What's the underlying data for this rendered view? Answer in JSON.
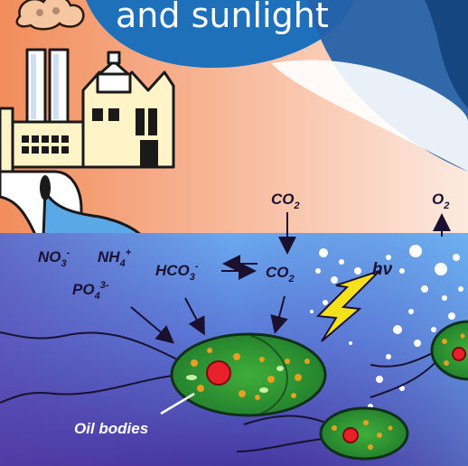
{
  "header": {
    "title_fragment": "and sunlight"
  },
  "chemistry": {
    "nitrate": {
      "base": "NO",
      "sub": "3",
      "sup": "-"
    },
    "ammonium": {
      "base": "NH",
      "sub": "4",
      "sup": "+"
    },
    "phosphate": {
      "base": "PO",
      "sub": "4",
      "sup": "3-"
    },
    "bicarbonate": {
      "base": "HCO",
      "sub": "3",
      "sup": "-"
    },
    "co2_top": {
      "base": "CO",
      "sub": "2"
    },
    "co2_mid": {
      "base": "CO",
      "sub": "2"
    },
    "oxygen": {
      "base": "O",
      "sub": "2"
    },
    "light": "hν"
  },
  "labels": {
    "oil_bodies": "Oil bodies"
  },
  "colors": {
    "sky_warm": "#f39a6a",
    "sky_light": "#fde6d8",
    "water_top": "#6aa9ea",
    "water_bottom": "#4a3aa0",
    "banner_blue": "#1f6fb8",
    "cell_green": "#2f9a3a",
    "nucleus_red": "#e8202a",
    "lightning_yellow": "#f6e21a"
  },
  "icons": [
    "factory-icon",
    "cloud-icon",
    "lightning-bolt-icon",
    "microalgae-cell-icon",
    "discharge-pipe-icon"
  ]
}
